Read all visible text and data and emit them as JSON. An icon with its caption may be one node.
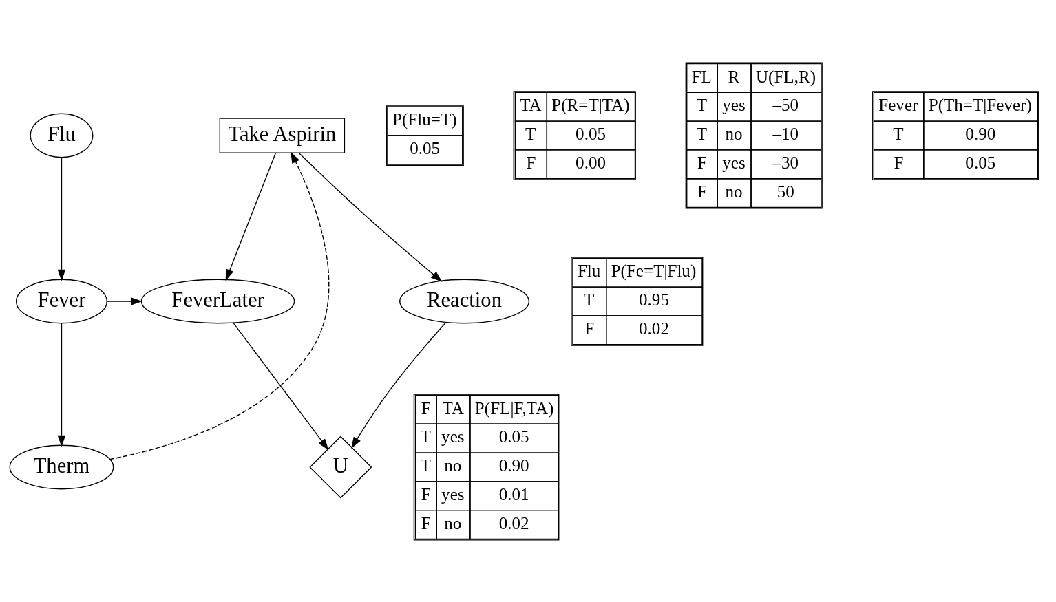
{
  "diagram": {
    "nodes": [
      {
        "text": [
          "Flu"
        ]
      },
      {
        "text": [
          "Fever"
        ]
      },
      {
        "text": [
          "Therm"
        ]
      },
      {
        "text": [
          "Take Aspirin"
        ]
      },
      {
        "text": [
          "FeverLater"
        ]
      },
      {
        "text": [
          "Reaction"
        ]
      },
      {
        "text": [
          "U"
        ]
      }
    ],
    "edges": [
      {
        "from": 0,
        "to": 1,
        "arrow": "to"
      },
      {
        "from": 1,
        "to": 4,
        "arrow": "to"
      },
      {
        "from": 1,
        "to": 2,
        "arrow": "to"
      },
      {
        "from": 2,
        "to": 3,
        "arrow": "to",
        "style": "dashed"
      },
      {
        "from": 3,
        "to": 4,
        "arrow": "to"
      },
      {
        "from": 3,
        "to": 5,
        "arrow": "to"
      },
      {
        "from": 4,
        "to": 6,
        "arrow": "to"
      },
      {
        "from": 5,
        "to": 6,
        "arrow": "to"
      }
    ],
    "labels": [
      "P(Flu=T)",
      "0.05",
      "TA",
      "P(R=T|TA)",
      "T",
      "0.05",
      "F",
      "0.00",
      "Flu",
      "P(Fe=T|Flu)",
      "T",
      "0.95",
      "F",
      "0.02",
      "F",
      "TA",
      "P(FL|F,TA)",
      "T",
      "yes",
      "0.05",
      "T",
      "no",
      "0.90",
      "F",
      "yes",
      "0.01",
      "F",
      "no",
      "0.02",
      "FL",
      "R",
      "U(FL,R)",
      "T",
      "yes",
      "–50",
      "T",
      "no",
      "–10",
      "F",
      "yes",
      "–30",
      "F",
      "no",
      "50",
      "Fever",
      "P(Th=T|Fever)",
      "T",
      "0.90",
      "F",
      "0.05"
    ]
  }
}
